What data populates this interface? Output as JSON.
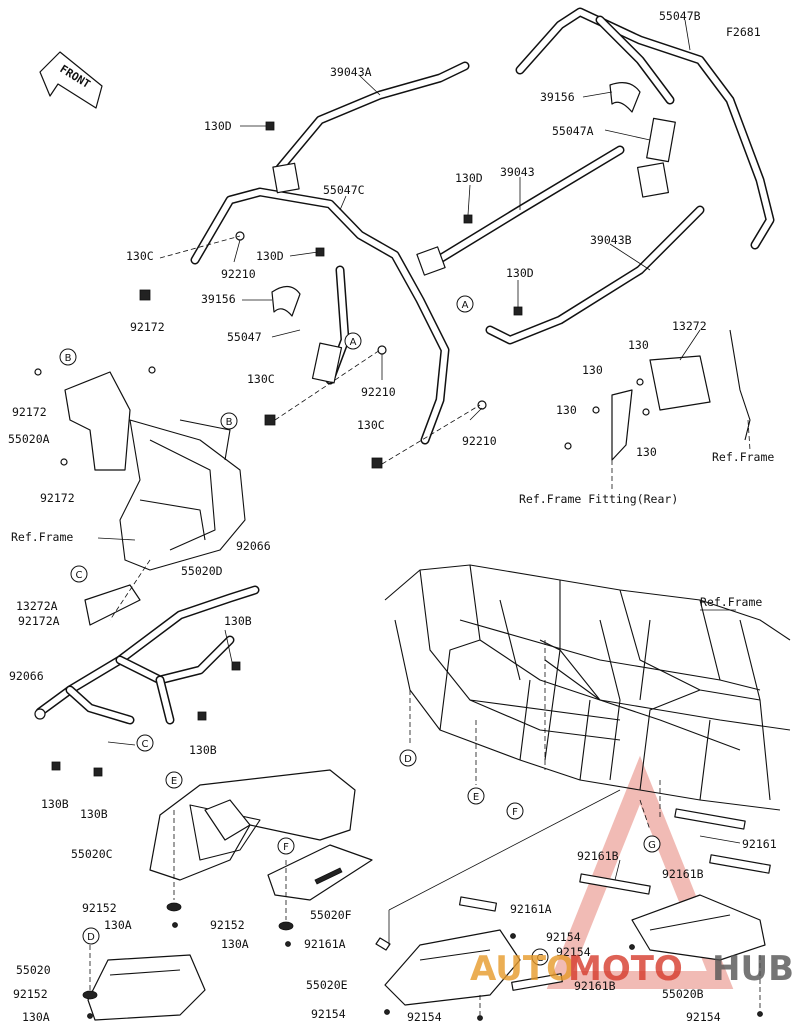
{
  "figure_code": "F2681",
  "front_label": "FRONT",
  "ref_labels": {
    "frame_left": "Ref.Frame",
    "frame_right": "Ref.Frame",
    "frame_rear": "Ref.Frame",
    "frame_fitting_rear": "Ref.Frame Fitting(Rear)"
  },
  "parts": {
    "p39043A": "39043A",
    "p55047B": "55047B",
    "p39156_top": "39156",
    "p55047A": "55047A",
    "p130D_a": "130D",
    "p39043": "39043",
    "p130D_b": "130D",
    "p55047C": "55047C",
    "p130C_a": "130C",
    "p130D_c": "130D",
    "p92210_a": "92210",
    "p39043B": "39043B",
    "p39156_mid": "39156",
    "p130D_d": "130D",
    "p55047": "55047",
    "p92172_top": "92172",
    "p13272": "13272",
    "p130_a": "130",
    "p130_b": "130",
    "p130C_b": "130C",
    "p92210_b": "92210",
    "p92172_left": "92172",
    "p130_c": "130",
    "p130_d": "130",
    "p55020A": "55020A",
    "p130C_c": "130C",
    "p92210_c": "92210",
    "p92172_bot": "92172",
    "p92066_a": "92066",
    "p55020D": "55020D",
    "p13272A": "13272A",
    "p92172A": "92172A",
    "p130B_a": "130B",
    "p92066_b": "92066",
    "p130B_b": "130B",
    "p130B_c": "130B",
    "p130B_d": "130B",
    "p55020C": "55020C",
    "p92161": "92161",
    "p92161B_a": "92161B",
    "p92161B_b": "92161B",
    "p92152_a": "92152",
    "p130A_a": "130A",
    "p92152_b": "92152",
    "p55020F": "55020F",
    "p92161A_a": "92161A",
    "p130A_b": "130A",
    "p92161A_b": "92161A",
    "p92154_a": "92154",
    "p92154_b": "92154",
    "p55020": "55020",
    "p92152_c": "92152",
    "p130A_c": "130A",
    "p55020E": "55020E",
    "p92154_c": "92154",
    "p92154_d": "92154",
    "p92161B_c": "92161B",
    "p55020B": "55020B",
    "p92154_e": "92154"
  },
  "callouts": {
    "A1": "A",
    "A2": "A",
    "B1": "B",
    "B2": "B",
    "C1": "C",
    "C2": "C",
    "C3": "C",
    "D1": "D",
    "D2": "D",
    "E1": "E",
    "E2": "E",
    "F1": "F",
    "F2": "F",
    "G1": "G"
  },
  "watermark": {
    "auto": "AUTO",
    "moto": "MOTO",
    "hub": "HUB"
  },
  "colors": {
    "watermark_red": "#d63b2c",
    "watermark_orange": "#e79a2a",
    "watermark_gray": "#555555"
  }
}
